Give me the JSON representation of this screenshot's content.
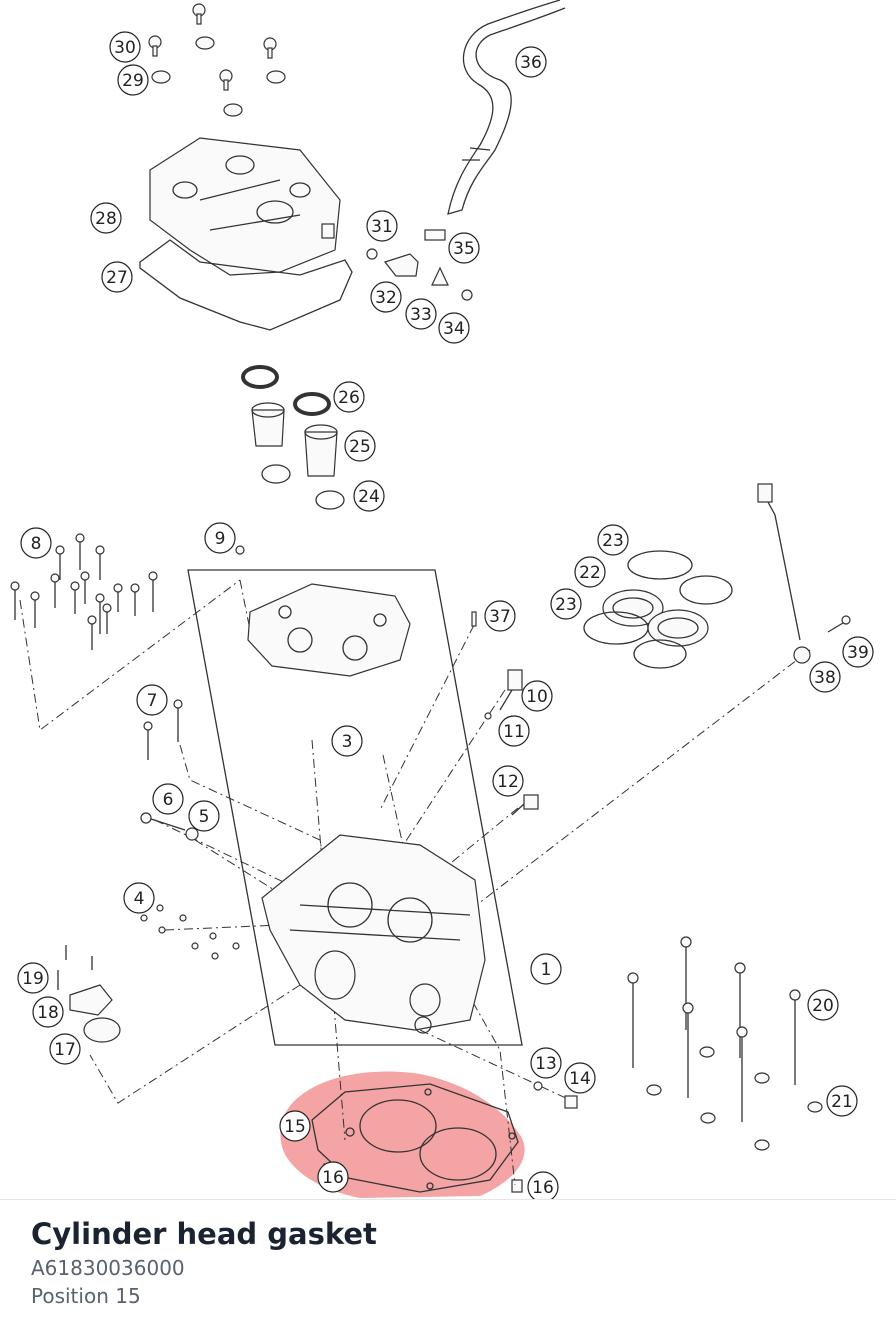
{
  "part": {
    "title": "Cylinder head gasket",
    "number": "A61830036000",
    "position": "Position 15"
  },
  "highlight_color": "#eb5a5a",
  "callouts": [
    "1",
    "3",
    "4",
    "5",
    "6",
    "7",
    "8",
    "9",
    "10",
    "11",
    "12",
    "13",
    "14",
    "15",
    "16",
    "16",
    "17",
    "18",
    "19",
    "20",
    "21",
    "22",
    "23",
    "23",
    "24",
    "25",
    "26",
    "27",
    "28",
    "29",
    "30",
    "31",
    "32",
    "33",
    "34",
    "35",
    "36",
    "37",
    "38",
    "39"
  ]
}
